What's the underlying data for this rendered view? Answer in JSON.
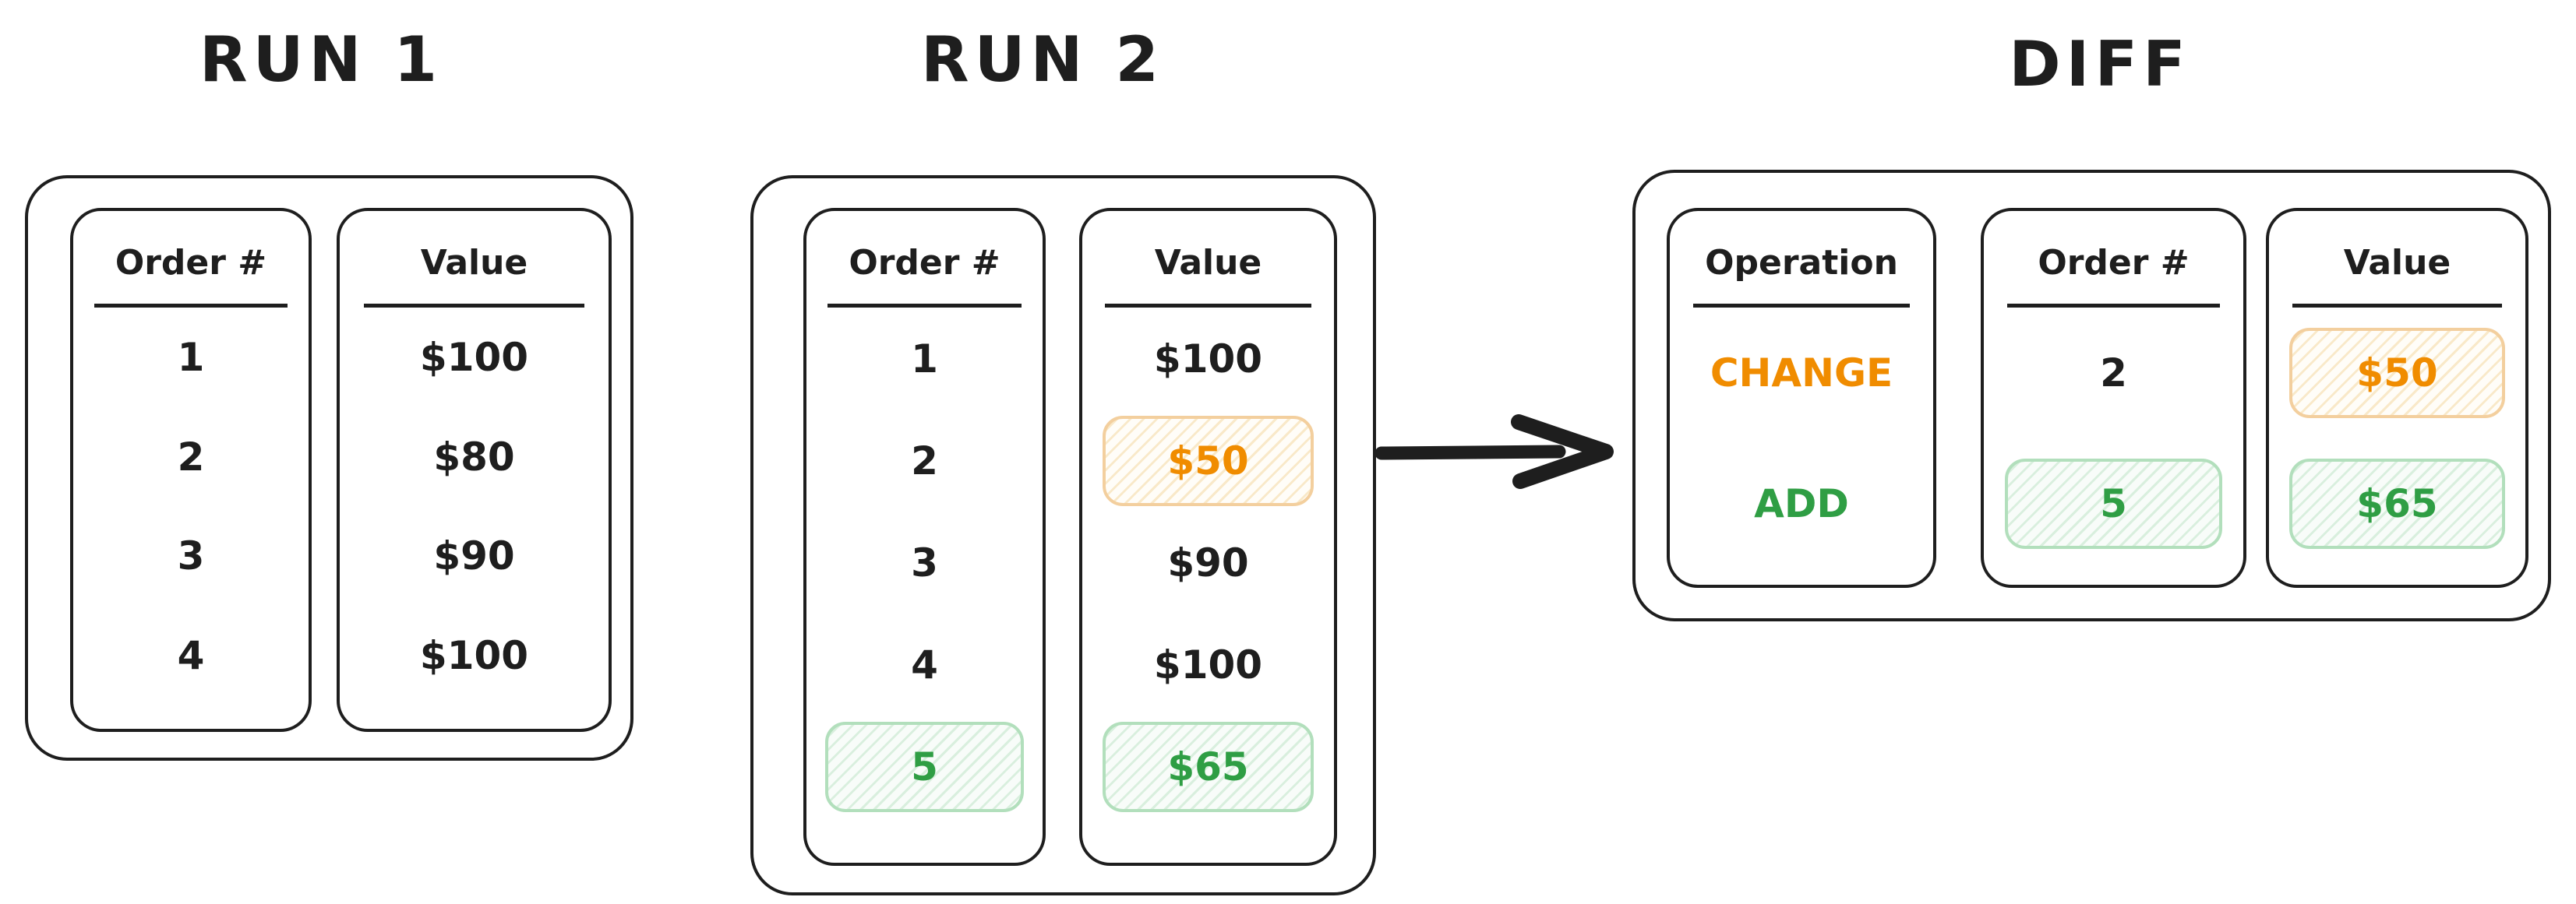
{
  "theme": {
    "paper": "#ffffff",
    "ink": "#1e1e1e",
    "orange": "#f08c00",
    "orangeBorder": "#f3cf9e",
    "orangeHatch": "#f9e9c9",
    "orangeBg": "#fffdf8",
    "green": "#2f9e44",
    "greenBorder": "#b2dfbc",
    "greenHatch": "#d9efde",
    "greenBg": "#f8fcf9"
  },
  "run1": {
    "title": "RUN 1",
    "columns": [
      {
        "header": "Order #",
        "cells": [
          {
            "text": "1",
            "highlight": null
          },
          {
            "text": "2",
            "highlight": null
          },
          {
            "text": "3",
            "highlight": null
          },
          {
            "text": "4",
            "highlight": null
          }
        ]
      },
      {
        "header": "Value",
        "cells": [
          {
            "text": "$100",
            "highlight": null
          },
          {
            "text": "$80",
            "highlight": null
          },
          {
            "text": "$90",
            "highlight": null
          },
          {
            "text": "$100",
            "highlight": null
          }
        ]
      }
    ]
  },
  "run2": {
    "title": "RUN 2",
    "columns": [
      {
        "header": "Order #",
        "cells": [
          {
            "text": "1",
            "highlight": null
          },
          {
            "text": "2",
            "highlight": null
          },
          {
            "text": "3",
            "highlight": null
          },
          {
            "text": "4",
            "highlight": null
          },
          {
            "text": "5",
            "highlight": "green"
          }
        ]
      },
      {
        "header": "Value",
        "cells": [
          {
            "text": "$100",
            "highlight": null
          },
          {
            "text": "$50",
            "highlight": "orange"
          },
          {
            "text": "$90",
            "highlight": null
          },
          {
            "text": "$100",
            "highlight": null
          },
          {
            "text": "$65",
            "highlight": "green"
          }
        ]
      }
    ]
  },
  "diff": {
    "title": "DIFF",
    "columns": [
      {
        "header": "Operation",
        "cells": [
          {
            "text": "CHANGE",
            "color": "orange",
            "highlight": null
          },
          {
            "text": "ADD",
            "color": "green",
            "highlight": null
          }
        ]
      },
      {
        "header": "Order #",
        "cells": [
          {
            "text": "2",
            "color": null,
            "highlight": null
          },
          {
            "text": "5",
            "color": "green",
            "highlight": "green"
          }
        ]
      },
      {
        "header": "Value",
        "cells": [
          {
            "text": "$50",
            "color": "orange",
            "highlight": "orange"
          },
          {
            "text": "$65",
            "color": "green",
            "highlight": "green"
          }
        ]
      }
    ]
  }
}
